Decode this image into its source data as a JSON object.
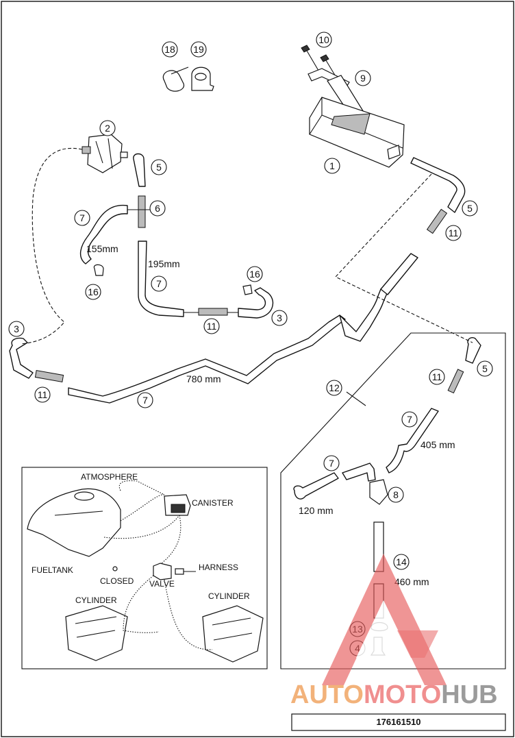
{
  "callouts": {
    "c1": "1",
    "c2": "2",
    "c3a": "3",
    "c3b": "3",
    "c4": "4",
    "c5a": "5",
    "c5b": "5",
    "c5c": "5",
    "c6": "6",
    "c7a": "7",
    "c7b": "7",
    "c7c": "7",
    "c7d": "7",
    "c7e": "7",
    "c8": "8",
    "c9": "9",
    "c10": "10",
    "c11a": "11",
    "c11b": "11",
    "c11c": "11",
    "c11d": "11",
    "c12": "12",
    "c13": "13",
    "c14": "14",
    "c16a": "16",
    "c16b": "16",
    "c18": "18",
    "c19": "19"
  },
  "measurements": {
    "m155": "155mm",
    "m195": "195mm",
    "m780": "780 mm",
    "m405": "405 mm",
    "m120": "120 mm",
    "m460": "460 mm"
  },
  "schematic": {
    "atmosphere": "ATMOSPHERE",
    "canister": "CANISTER",
    "fueltank": "FUELTANK",
    "closed": "CLOSED",
    "valve": "VALVE",
    "harness": "HARNESS",
    "cylinder_left": "CYLINDER",
    "cylinder_right": "CYLINDER"
  },
  "watermark": {
    "part1": "AUTO",
    "part2": "MOTO",
    "part3": "HUB",
    "colors": {
      "auto": "#f2b27a",
      "moto": "#f08f8f",
      "hub": "#9b9b9b",
      "logo": "#e55a5a"
    }
  },
  "document_number": "176161510"
}
